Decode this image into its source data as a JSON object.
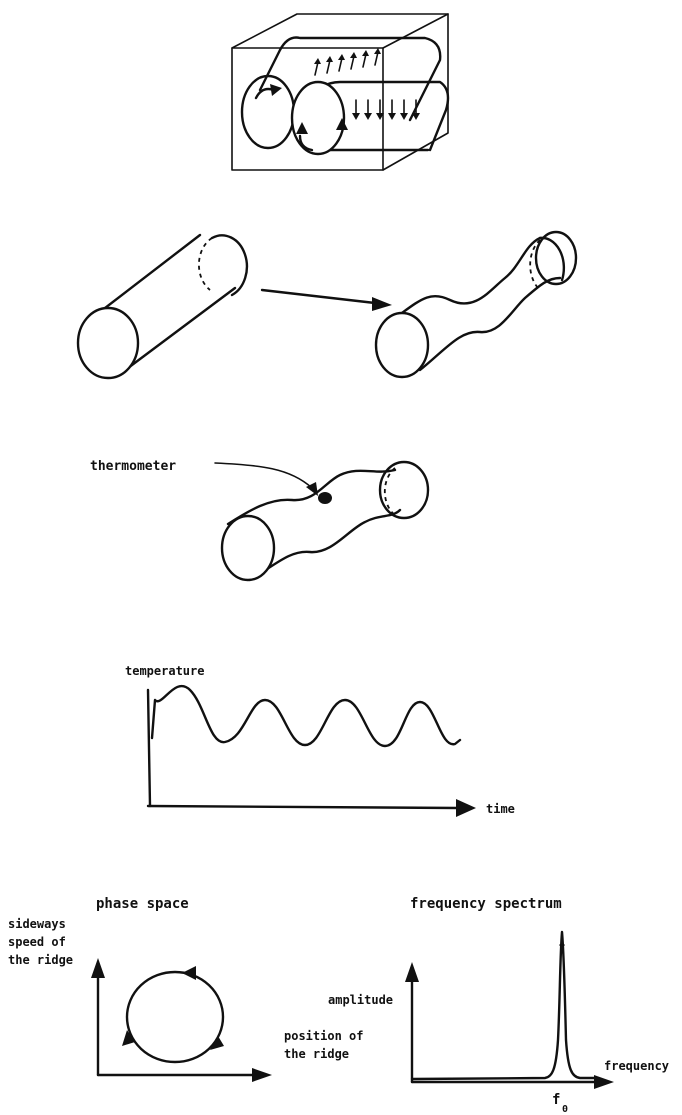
{
  "labels": {
    "thermometer": "thermometer",
    "temperature": "temperature",
    "time": "time",
    "phase_space_title": "phase space",
    "phase_y_line1": "sideways",
    "phase_y_line2": "speed of",
    "phase_y_line3": "the ridge",
    "phase_x_line1": "position of",
    "phase_x_line2": "the ridge",
    "spectrum_title": "frequency spectrum",
    "amplitude": "amplitude",
    "frequency": "frequency",
    "f0": "f",
    "f0_sub": "0"
  },
  "icons": {
    "convection_box": "convection-rolls-box-icon",
    "straight_roll": "straight-roll-cylinder-icon",
    "wavy_roll": "wavy-roll-cylinder-icon",
    "arrow": "arrow-right-icon"
  },
  "colors": {
    "ink": "#111111",
    "background": "#ffffff"
  }
}
